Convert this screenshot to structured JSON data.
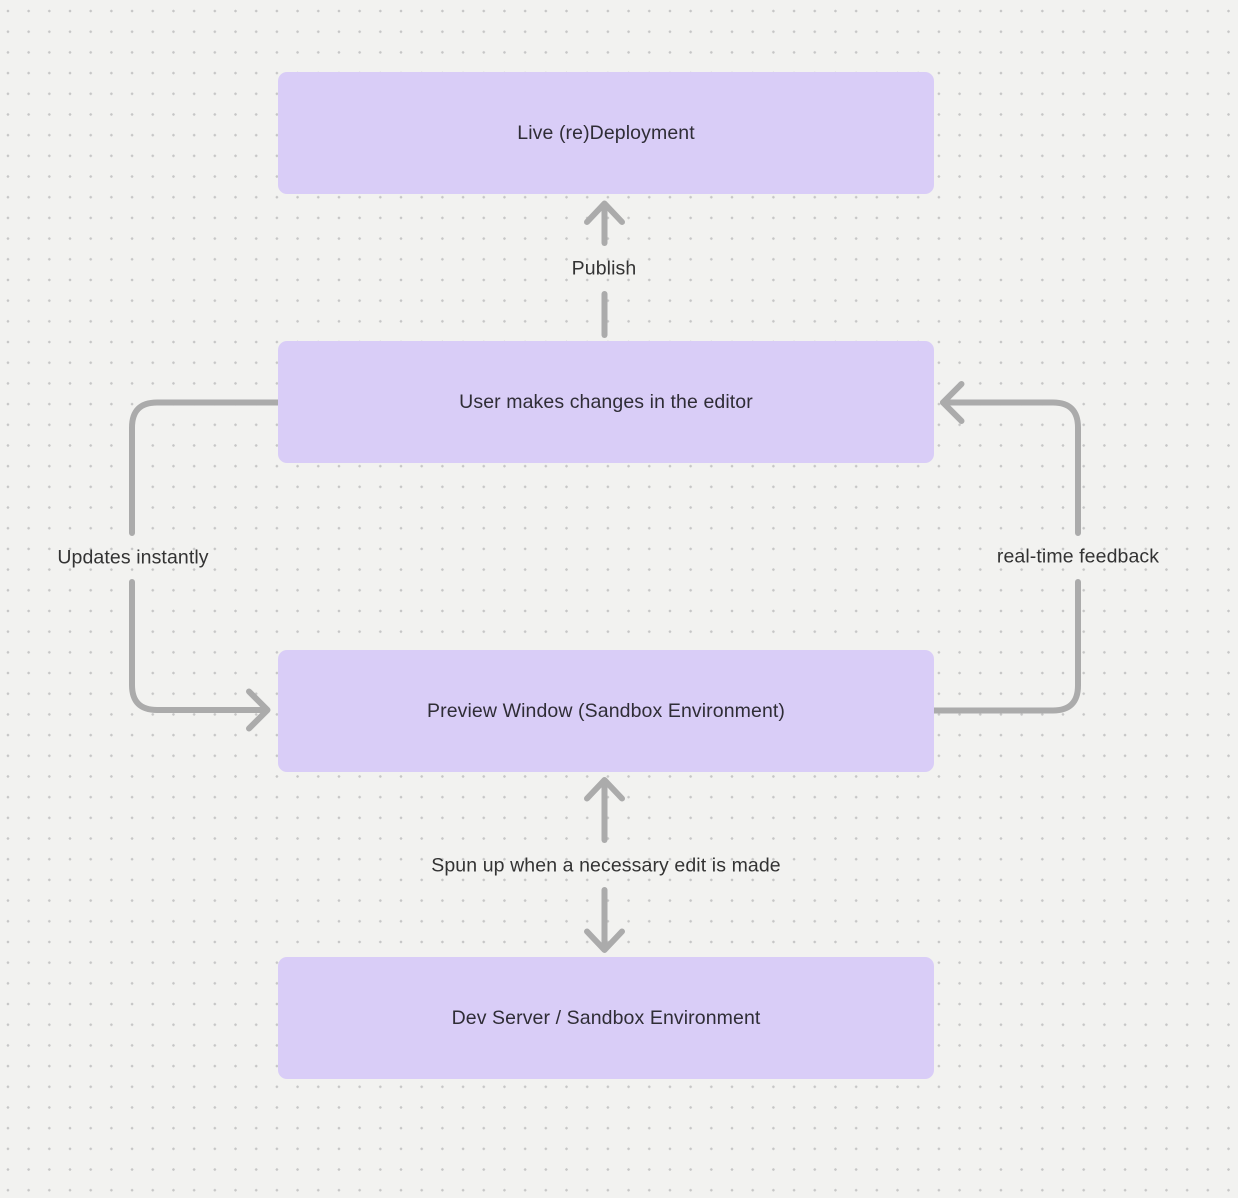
{
  "canvas": {
    "background_color": "#f2f2f0",
    "dot_color": "#c6c6c6",
    "node_fill_color": "#d9cdf7",
    "node_text_color": "#2f2d36",
    "arrow_color": "#ababab",
    "edge_label_color": "#333333"
  },
  "nodes": [
    {
      "id": "live-redeployment",
      "label": "Live (re)Deployment"
    },
    {
      "id": "editor-changes",
      "label": "User makes changes in the editor"
    },
    {
      "id": "preview-window",
      "label": "Preview Window (Sandbox Environment)"
    },
    {
      "id": "dev-server",
      "label": "Dev Server / Sandbox Environment"
    }
  ],
  "edges": [
    {
      "id": "publish",
      "label": "Publish",
      "from": "editor-changes",
      "to": "live-redeployment"
    },
    {
      "id": "updates-instantly",
      "label": "Updates instantly",
      "from": "editor-changes",
      "to": "preview-window"
    },
    {
      "id": "real-time-feedback",
      "label": "real-time feedback",
      "from": "preview-window",
      "to": "editor-changes"
    },
    {
      "id": "spun-up",
      "label": "Spun up when a necessary edit is made",
      "from": "preview-window",
      "to": "dev-server"
    }
  ]
}
